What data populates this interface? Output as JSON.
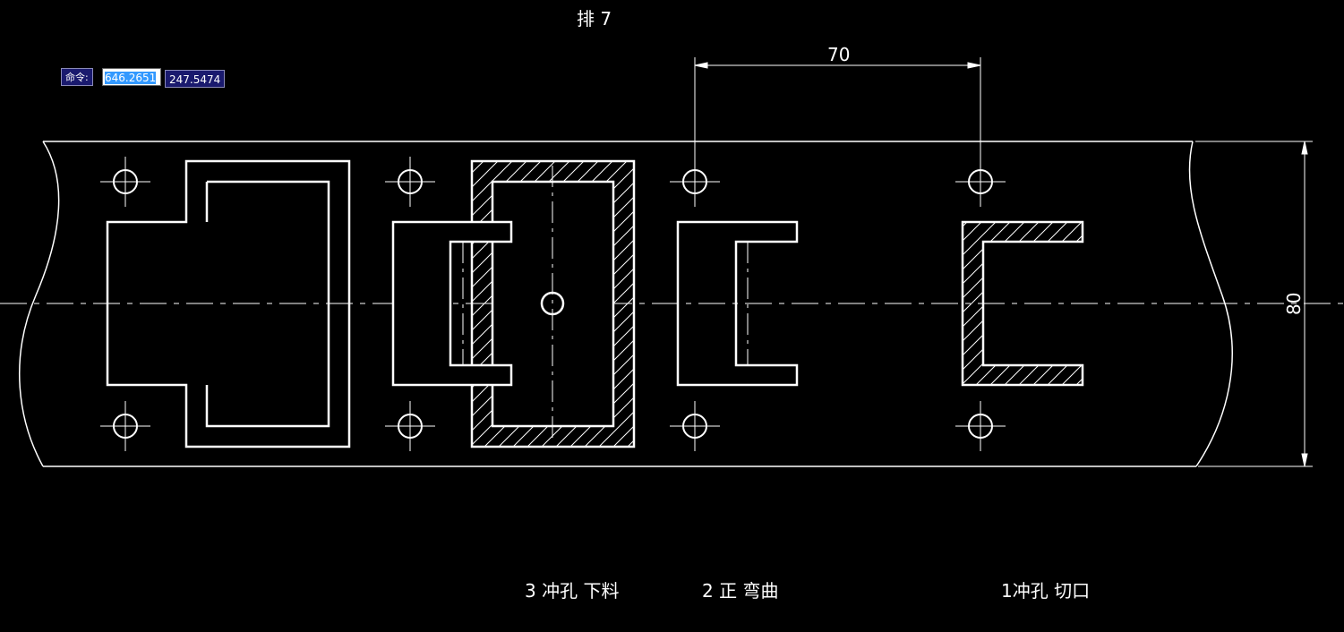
{
  "drawing": {
    "title": "排 7",
    "dimension_horizontal": "70",
    "dimension_vertical": "80",
    "station_labels": {
      "station3": "3 冲孔 下料",
      "station2": "2 正 弯曲",
      "station1": "1冲孔 切口"
    }
  },
  "command_input": {
    "label": "命令:",
    "x_value": "646.2651",
    "y_value": "247.5474"
  },
  "colors": {
    "background": "#000000",
    "lines": "#ffffff",
    "input_bg": "#1a1a6e",
    "selection": "#3399ff"
  }
}
